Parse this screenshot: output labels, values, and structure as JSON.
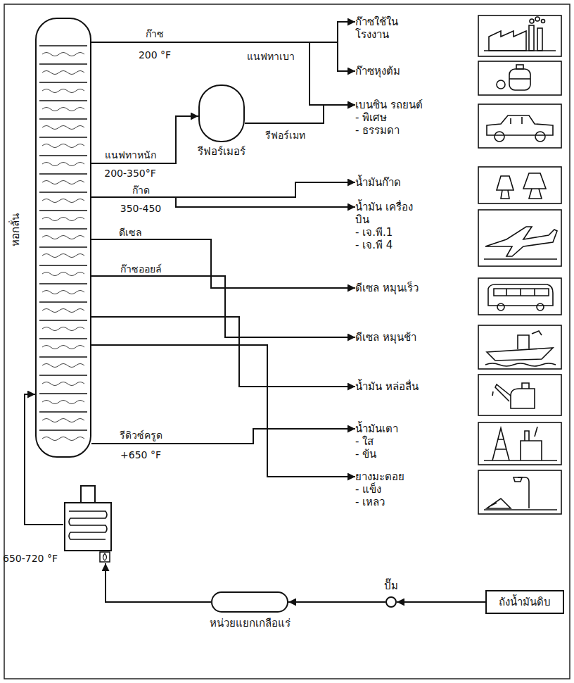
{
  "diagram": {
    "nodes": [
      {
        "text": [
          "หอกลั่น"
        ]
      },
      {
        "text": [
          "รีฟอร์เมอร์"
        ]
      },
      {
        "text": [
          "ก๊าซใช้ใน โรงงาน"
        ]
      },
      {
        "text": [
          "ก๊าซหุงต้ม"
        ]
      },
      {
        "text": [
          "เบนซิน รถยนต์",
          "- พิเศษ",
          "- ธรรมดา"
        ]
      },
      {
        "text": [
          "น้ำมันก๊าด"
        ]
      },
      {
        "text": [
          "น้ำมัน เครื่องบิน",
          "- เจ.พี.1",
          "- เจ.พี 4"
        ]
      },
      {
        "text": [
          "ดีเซล หมุนเร็ว"
        ]
      },
      {
        "text": [
          "ดีเซล หมุนช้า"
        ]
      },
      {
        "text": [
          "น้ำมัน หล่อลื่น"
        ]
      },
      {
        "text": [
          "น้ำมันเตา",
          "- ใส",
          "- ข้น"
        ]
      },
      {
        "text": [
          "ยางมะตอย",
          "- แข็ง",
          "- เหลว"
        ]
      },
      {
        "text": [
          "650-720 °F"
        ]
      },
      {
        "text": [
          "หน่วยแยกเกลือแร่"
        ]
      },
      {
        "text": [
          "ปั๊ม"
        ]
      },
      {
        "text": [
          "ถังน้ำมันดิบ"
        ]
      }
    ],
    "edges": [
      {
        "from": 0,
        "to": 2,
        "arrow": "to",
        "label": "ก๊าซ"
      },
      {
        "from": 0,
        "to": 3,
        "arrow": "to"
      },
      {
        "from": 0,
        "to": 4,
        "arrow": "to",
        "label": "แนฟทาเบา"
      },
      {
        "from": 0,
        "to": 1,
        "arrow": "to",
        "label": "แนฟทาหนัก"
      },
      {
        "from": 1,
        "to": 4,
        "arrow": "to",
        "label": "รีฟอร์เมท"
      },
      {
        "from": 0,
        "to": 5,
        "arrow": "to",
        "label": "ก๊าด"
      },
      {
        "from": 0,
        "to": 6,
        "arrow": "to"
      },
      {
        "from": 0,
        "to": 7,
        "arrow": "to",
        "label": "ดีเซล"
      },
      {
        "from": 0,
        "to": 8,
        "arrow": "to",
        "label": "ก๊าซออยล์"
      },
      {
        "from": 0,
        "to": 9,
        "arrow": "to"
      },
      {
        "from": 0,
        "to": 10,
        "arrow": "to",
        "label": "รีดิวซ์ครูด"
      },
      {
        "from": 0,
        "to": 11,
        "arrow": "to"
      },
      {
        "from": 15,
        "to": 14,
        "arrow": "to"
      },
      {
        "from": 14,
        "to": 13,
        "arrow": "to"
      },
      {
        "from": 13,
        "to": 12,
        "arrow": "to"
      },
      {
        "from": 12,
        "to": 0,
        "arrow": "to"
      }
    ],
    "labels": [
      "200 °F",
      "200-350°F",
      "350-450",
      "+650 °F"
    ]
  }
}
